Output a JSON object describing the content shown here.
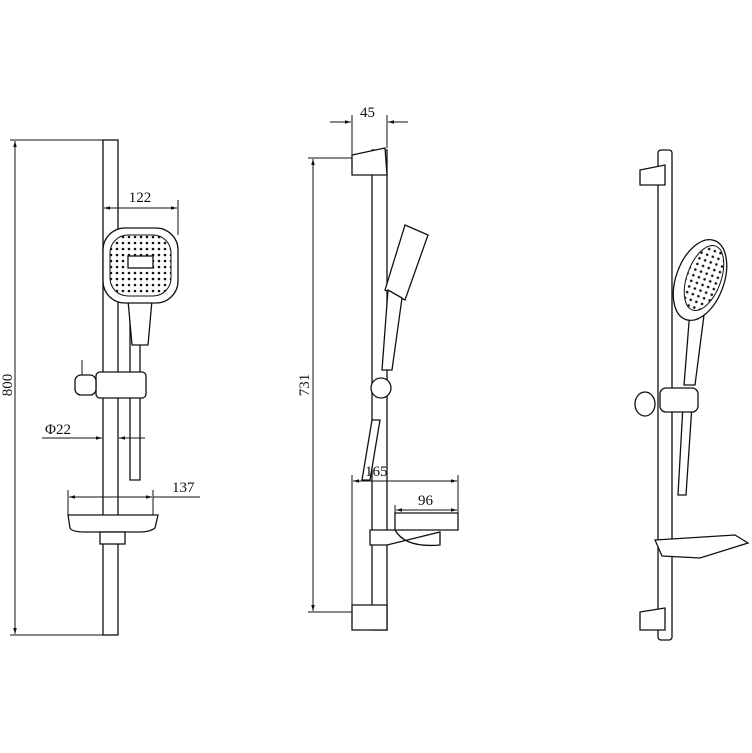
{
  "dimensions": {
    "total_height": "800",
    "head_width": "122",
    "rail_diameter": "Φ22",
    "dish_depth_front": "137",
    "rail_offset": "45",
    "bracket_spacing": "731",
    "dish_projection": "165",
    "dish_width_side": "96"
  }
}
